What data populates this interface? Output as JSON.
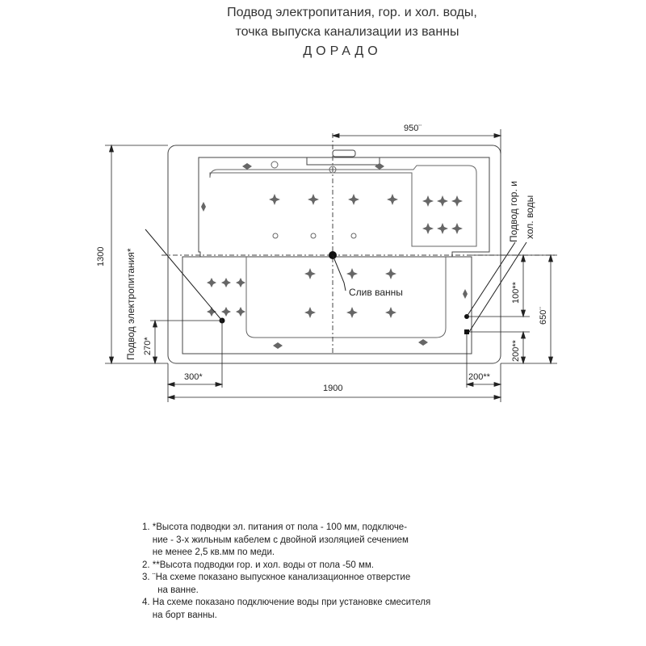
{
  "title": {
    "line1": "Подвод электропитания, гор. и хол. воды,",
    "line2": "точка выпуска канализации из ванны",
    "line3": "ДОРАДО"
  },
  "diagram": {
    "dims": {
      "width_top": "950¨",
      "height": "1300",
      "length": "1900",
      "left_300": "300*",
      "right_200": "200**",
      "left_270": "270*",
      "right_100": "100**",
      "right_200v": "200**",
      "right_650": "650¨"
    },
    "labels": {
      "power": "Подвод электропитания*",
      "water_line1": "Подвод гор. и",
      "water_line2": "хол. воды",
      "drain": "Слив ванны"
    }
  },
  "notes": [
    "1. *Высота подводки эл. питания от пола - 100 мм, подключе-",
    "    ние - 3-х жильным кабелем с двойной изоляцией сечением",
    "    не менее 2,5 кв.мм по меди.",
    "2. **Высота подводки гор. и хол. воды от пола -50 мм.",
    "3. ¨На схеме показано выпускное канализационное отверстие",
    "      на ванне.",
    "4. На схеме показано подключение воды при установке смесителя",
    "    на борт ванны."
  ]
}
